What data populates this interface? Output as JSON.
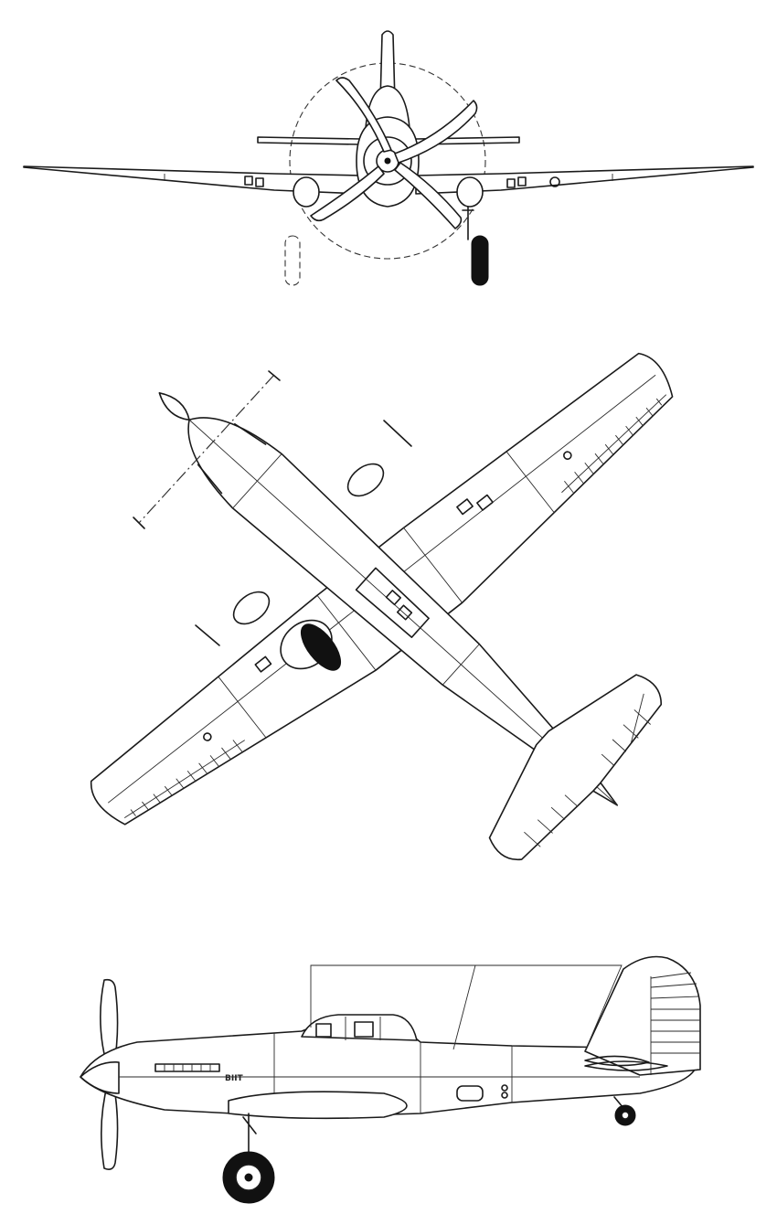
{
  "drawing": {
    "views": [
      "front-view",
      "plan-view",
      "side-view"
    ],
    "fuselage_marking": "BIIT"
  },
  "colors": {
    "ink": "#1a1a1a",
    "paper": "#ffffff"
  }
}
